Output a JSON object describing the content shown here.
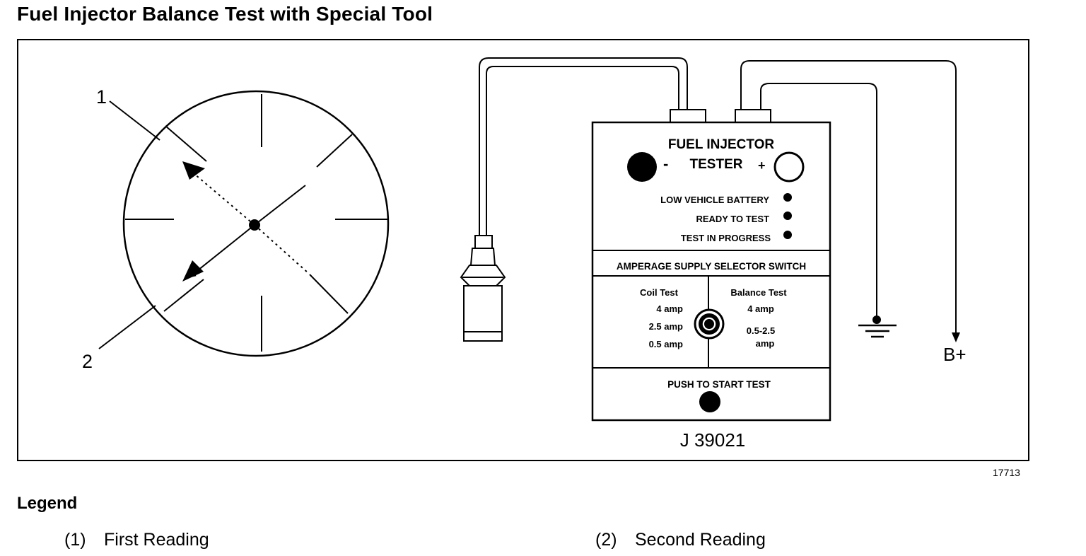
{
  "title": "Fuel Injector Balance Test with Special Tool",
  "figure_code": "17713",
  "gauge": {
    "callout_1": "1",
    "callout_2": "2"
  },
  "tester": {
    "title_line1": "FUEL INJECTOR",
    "title_line2": "TESTER",
    "minus_sign": "-",
    "plus_sign": "+",
    "indicators": [
      "LOW VEHICLE BATTERY",
      "READY TO TEST",
      "TEST IN PROGRESS"
    ],
    "selector_header": "AMPERAGE SUPPLY SELECTOR SWITCH",
    "coil_test": {
      "label": "Coil Test",
      "options": [
        "4 amp",
        "2.5 amp",
        "0.5 amp"
      ]
    },
    "balance_test": {
      "label": "Balance Test",
      "options": [
        "4 amp",
        "0.5-2.5",
        "amp"
      ]
    },
    "push_label": "PUSH TO START TEST",
    "model": "J 39021"
  },
  "b_plus": "B+",
  "legend": {
    "heading": "Legend",
    "items": [
      {
        "num": "(1)",
        "label": "First Reading"
      },
      {
        "num": "(2)",
        "label": "Second Reading"
      }
    ]
  }
}
